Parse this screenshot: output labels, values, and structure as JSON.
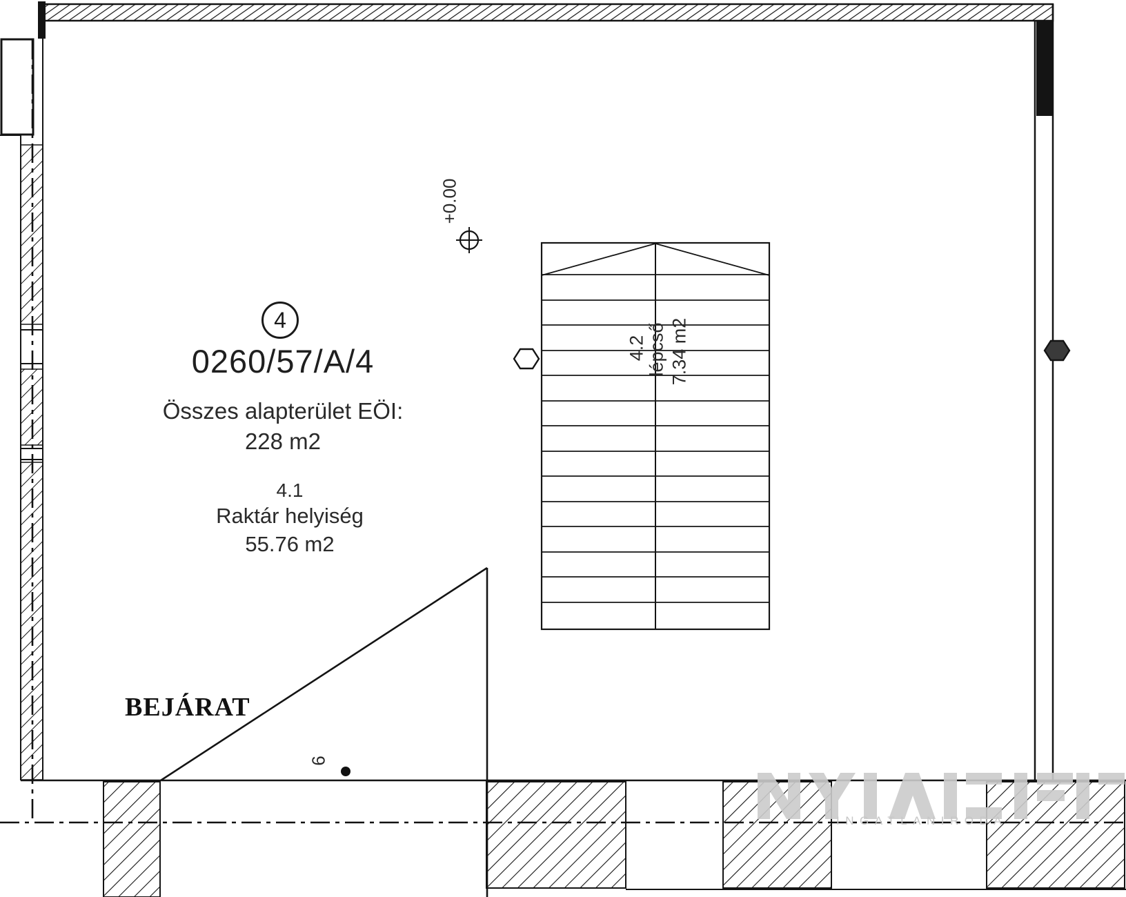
{
  "plan": {
    "unit_badge": "4",
    "parcel_id": "0260/57/A/4",
    "total_area_label": "Összes alapterület EÖI:",
    "total_area_value": "228 m2",
    "room": {
      "number": "4.1",
      "name": "Raktár helyiség",
      "area": "55.76 m2"
    },
    "stair": {
      "number": "4.2",
      "name": "lépcső",
      "area": "7.34 m2"
    },
    "elevation": "+0.00",
    "entrance_label": "BEJÁRAT",
    "door_number": "6"
  },
  "watermark": {
    "subtext": "INGATLANIRODA"
  },
  "colors": {
    "line": "#1a1a1a",
    "text": "#2a2a2a",
    "watermark": "#cccccc"
  }
}
